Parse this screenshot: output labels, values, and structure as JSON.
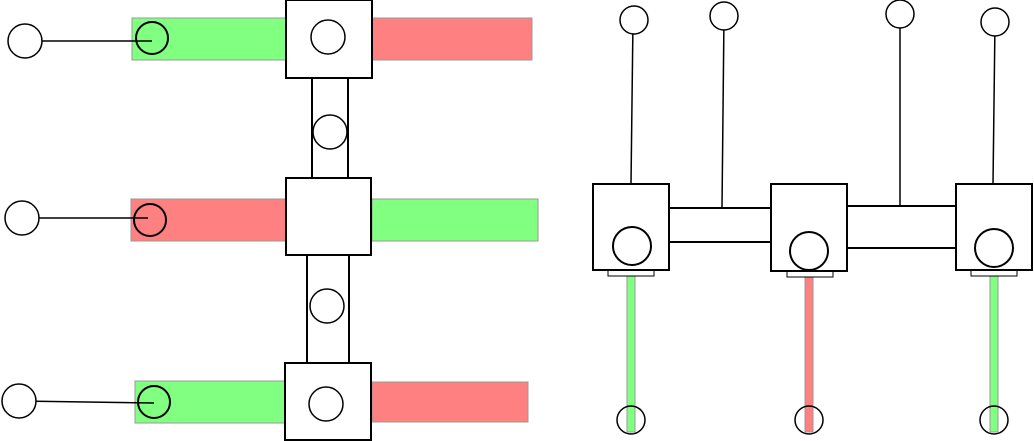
{
  "colors": {
    "background": "#ffffff",
    "stroke": "#000000",
    "node_fill": "#ffffff",
    "bar_green": "#80ff80",
    "bar_red": "#ff8080",
    "bar_outline": "#999999"
  },
  "left_diagram": {
    "rows": [
      {
        "left_bar": "green",
        "right_bar": "red",
        "center_has_circle": true
      },
      {
        "left_bar": "red",
        "right_bar": "green",
        "center_has_circle": false
      },
      {
        "left_bar": "green",
        "right_bar": "red",
        "center_has_circle": true
      }
    ],
    "connector_circles": 2
  },
  "right_diagram": {
    "blocks": [
      {
        "stem_bar": "green",
        "antennas": 1
      },
      {
        "stem_bar": "red",
        "antennas": 0
      },
      {
        "stem_bar": "green",
        "antennas": 1
      }
    ],
    "bridge_antennas": 2
  }
}
